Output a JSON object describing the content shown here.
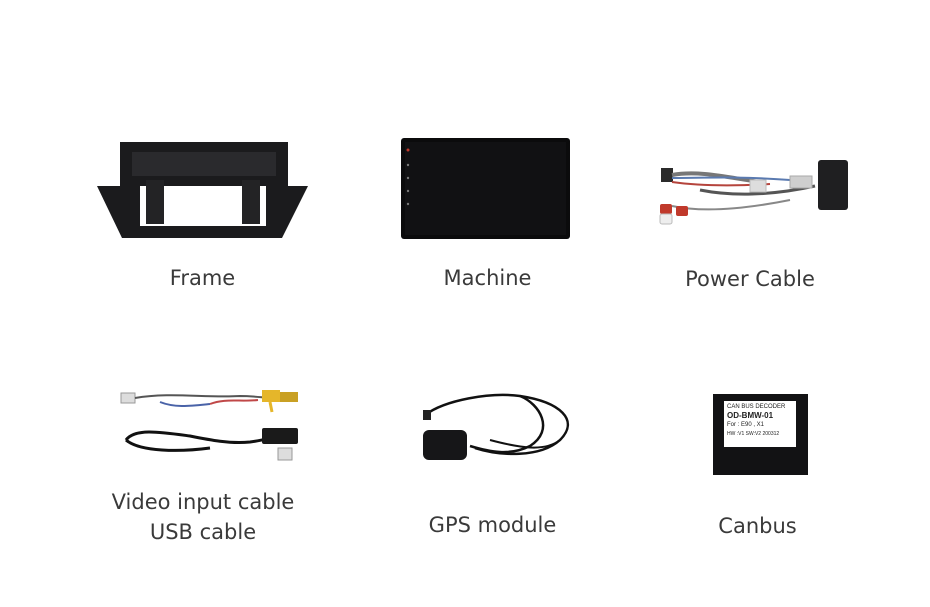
{
  "items": [
    {
      "id": "frame",
      "label": "Frame"
    },
    {
      "id": "machine",
      "label": "Machine"
    },
    {
      "id": "power",
      "label": "Power Cable"
    },
    {
      "id": "video",
      "label_line1": "Video input cable",
      "label_line2": "USB cable"
    },
    {
      "id": "gps",
      "label": "GPS module"
    },
    {
      "id": "canbus",
      "label": "Canbus",
      "decoder_text": {
        "line1": "CAN BUS DECODER",
        "line2": "OD-BMW-01",
        "line3": "For : E90 , X1",
        "line4": "HW :V1  SW:V2  200312"
      }
    }
  ]
}
